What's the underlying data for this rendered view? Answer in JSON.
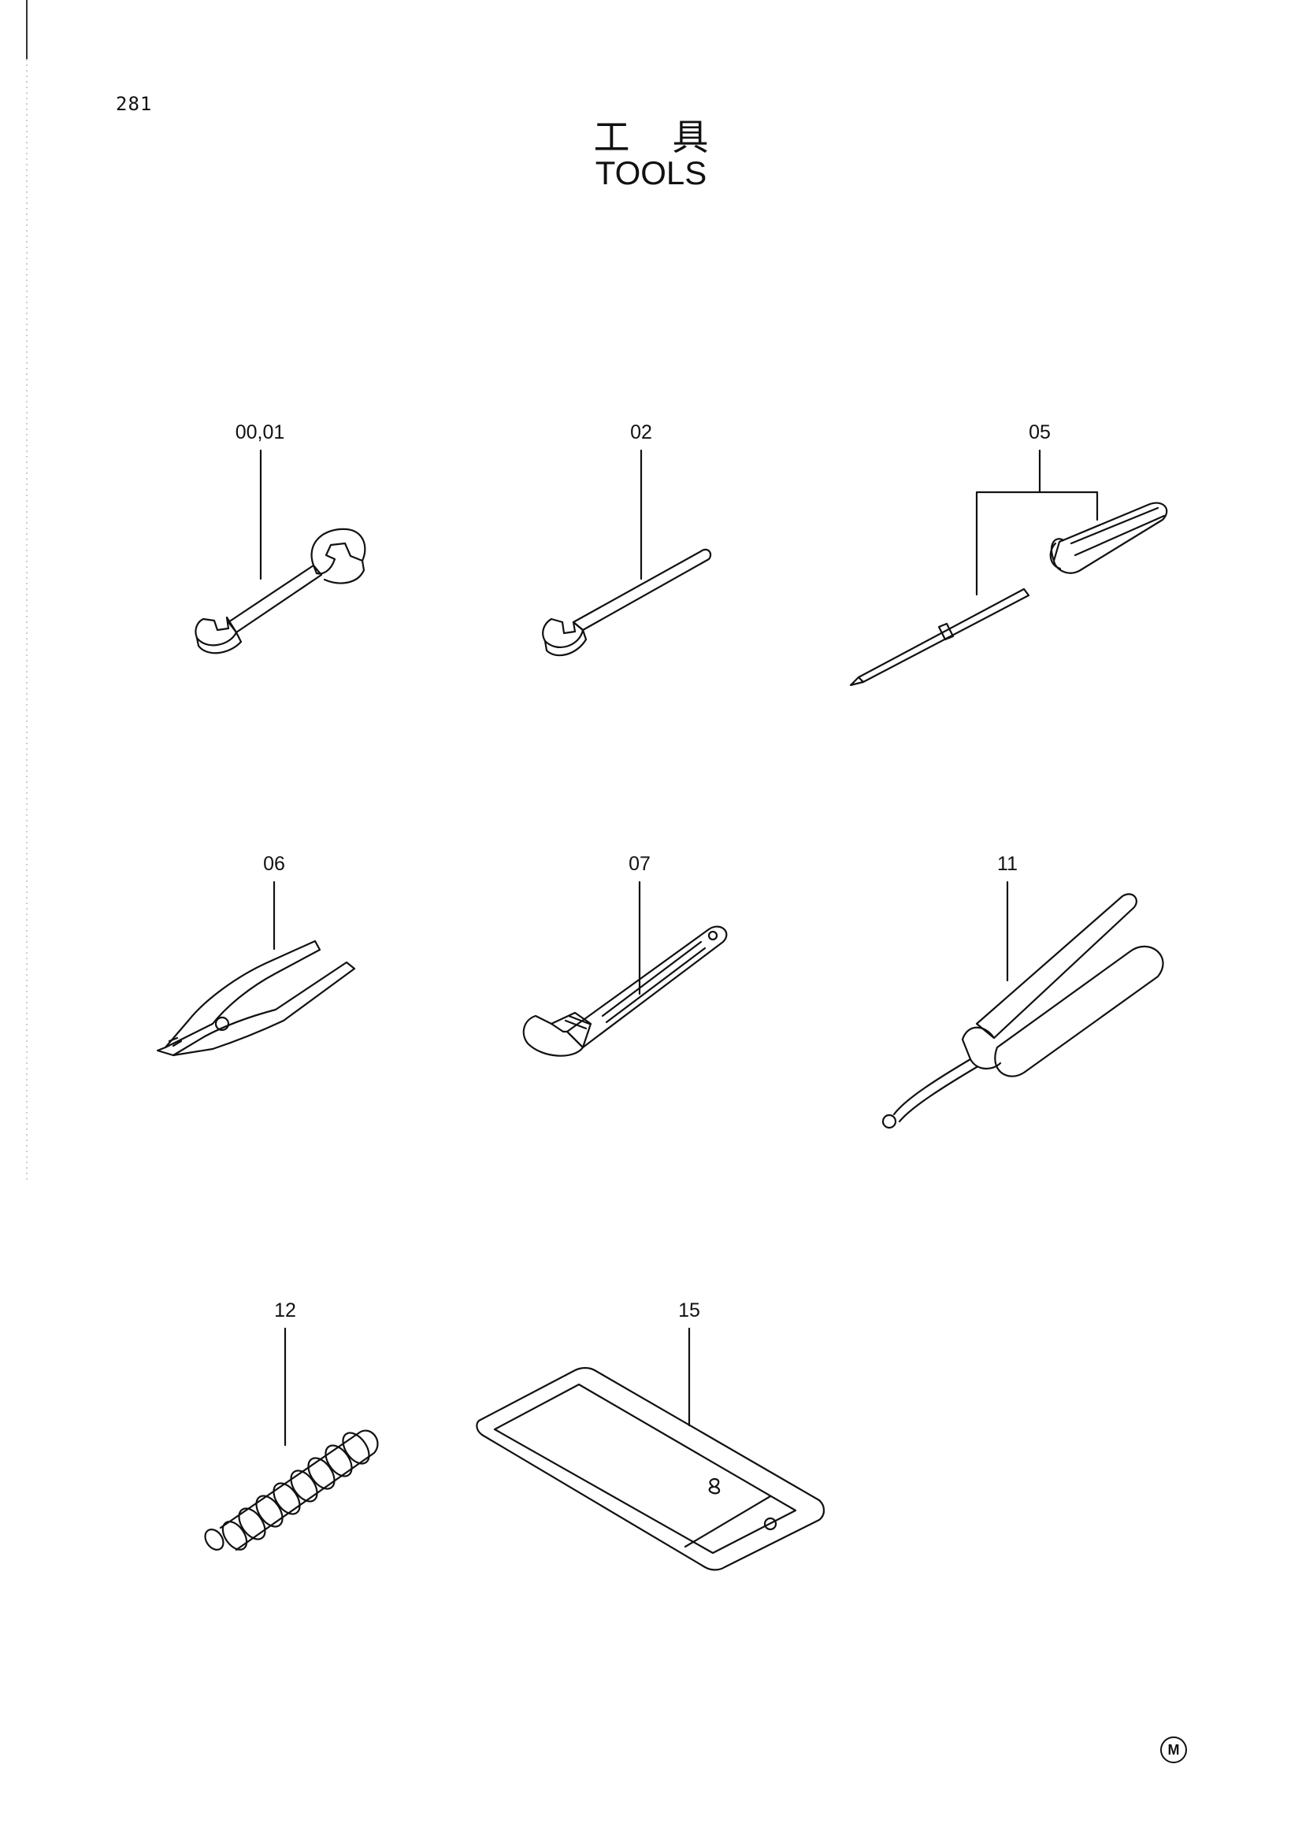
{
  "page": {
    "number": "281",
    "title_jp": "工具",
    "title_en": "TOOLS",
    "corner_mark": "M"
  },
  "callouts": [
    {
      "id": "double-ended-wrench",
      "label": "00,01"
    },
    {
      "id": "single-ended-wrench",
      "label": "02"
    },
    {
      "id": "screwdriver",
      "label": "05"
    },
    {
      "id": "pliers",
      "label": "06"
    },
    {
      "id": "adjustable-wrench",
      "label": "07"
    },
    {
      "id": "grease-gun",
      "label": "11"
    },
    {
      "id": "grease-nozzle-hose",
      "label": "12"
    },
    {
      "id": "tool-bag",
      "label": "15"
    }
  ]
}
